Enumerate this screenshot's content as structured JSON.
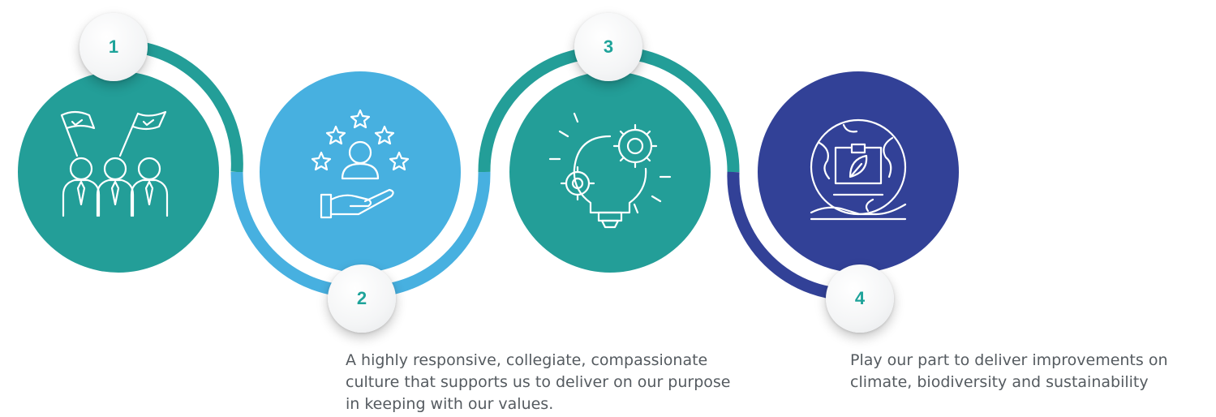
{
  "colors": {
    "teal": "#239e98",
    "sky_blue": "#47b0e0",
    "navy": "#324197",
    "number_text": "#1ea39a",
    "caption_text": "#555b60"
  },
  "steps": [
    {
      "number": "1",
      "icon": "team-with-flags-icon",
      "color": "#239e98"
    },
    {
      "number": "2",
      "icon": "stars-person-hand-icon",
      "color": "#47b0e0"
    },
    {
      "number": "3",
      "icon": "lightbulb-gears-icon",
      "color": "#239e98"
    },
    {
      "number": "4",
      "icon": "globe-computer-leaf-icon",
      "color": "#324197"
    }
  ],
  "captions": {
    "step2": "A highly responsive, collegiate, compassionate culture that supports us to deliver on our purpose in keeping with our values.",
    "step4": "Play our part to deliver improvements on climate, biodiversity and sustainability"
  }
}
